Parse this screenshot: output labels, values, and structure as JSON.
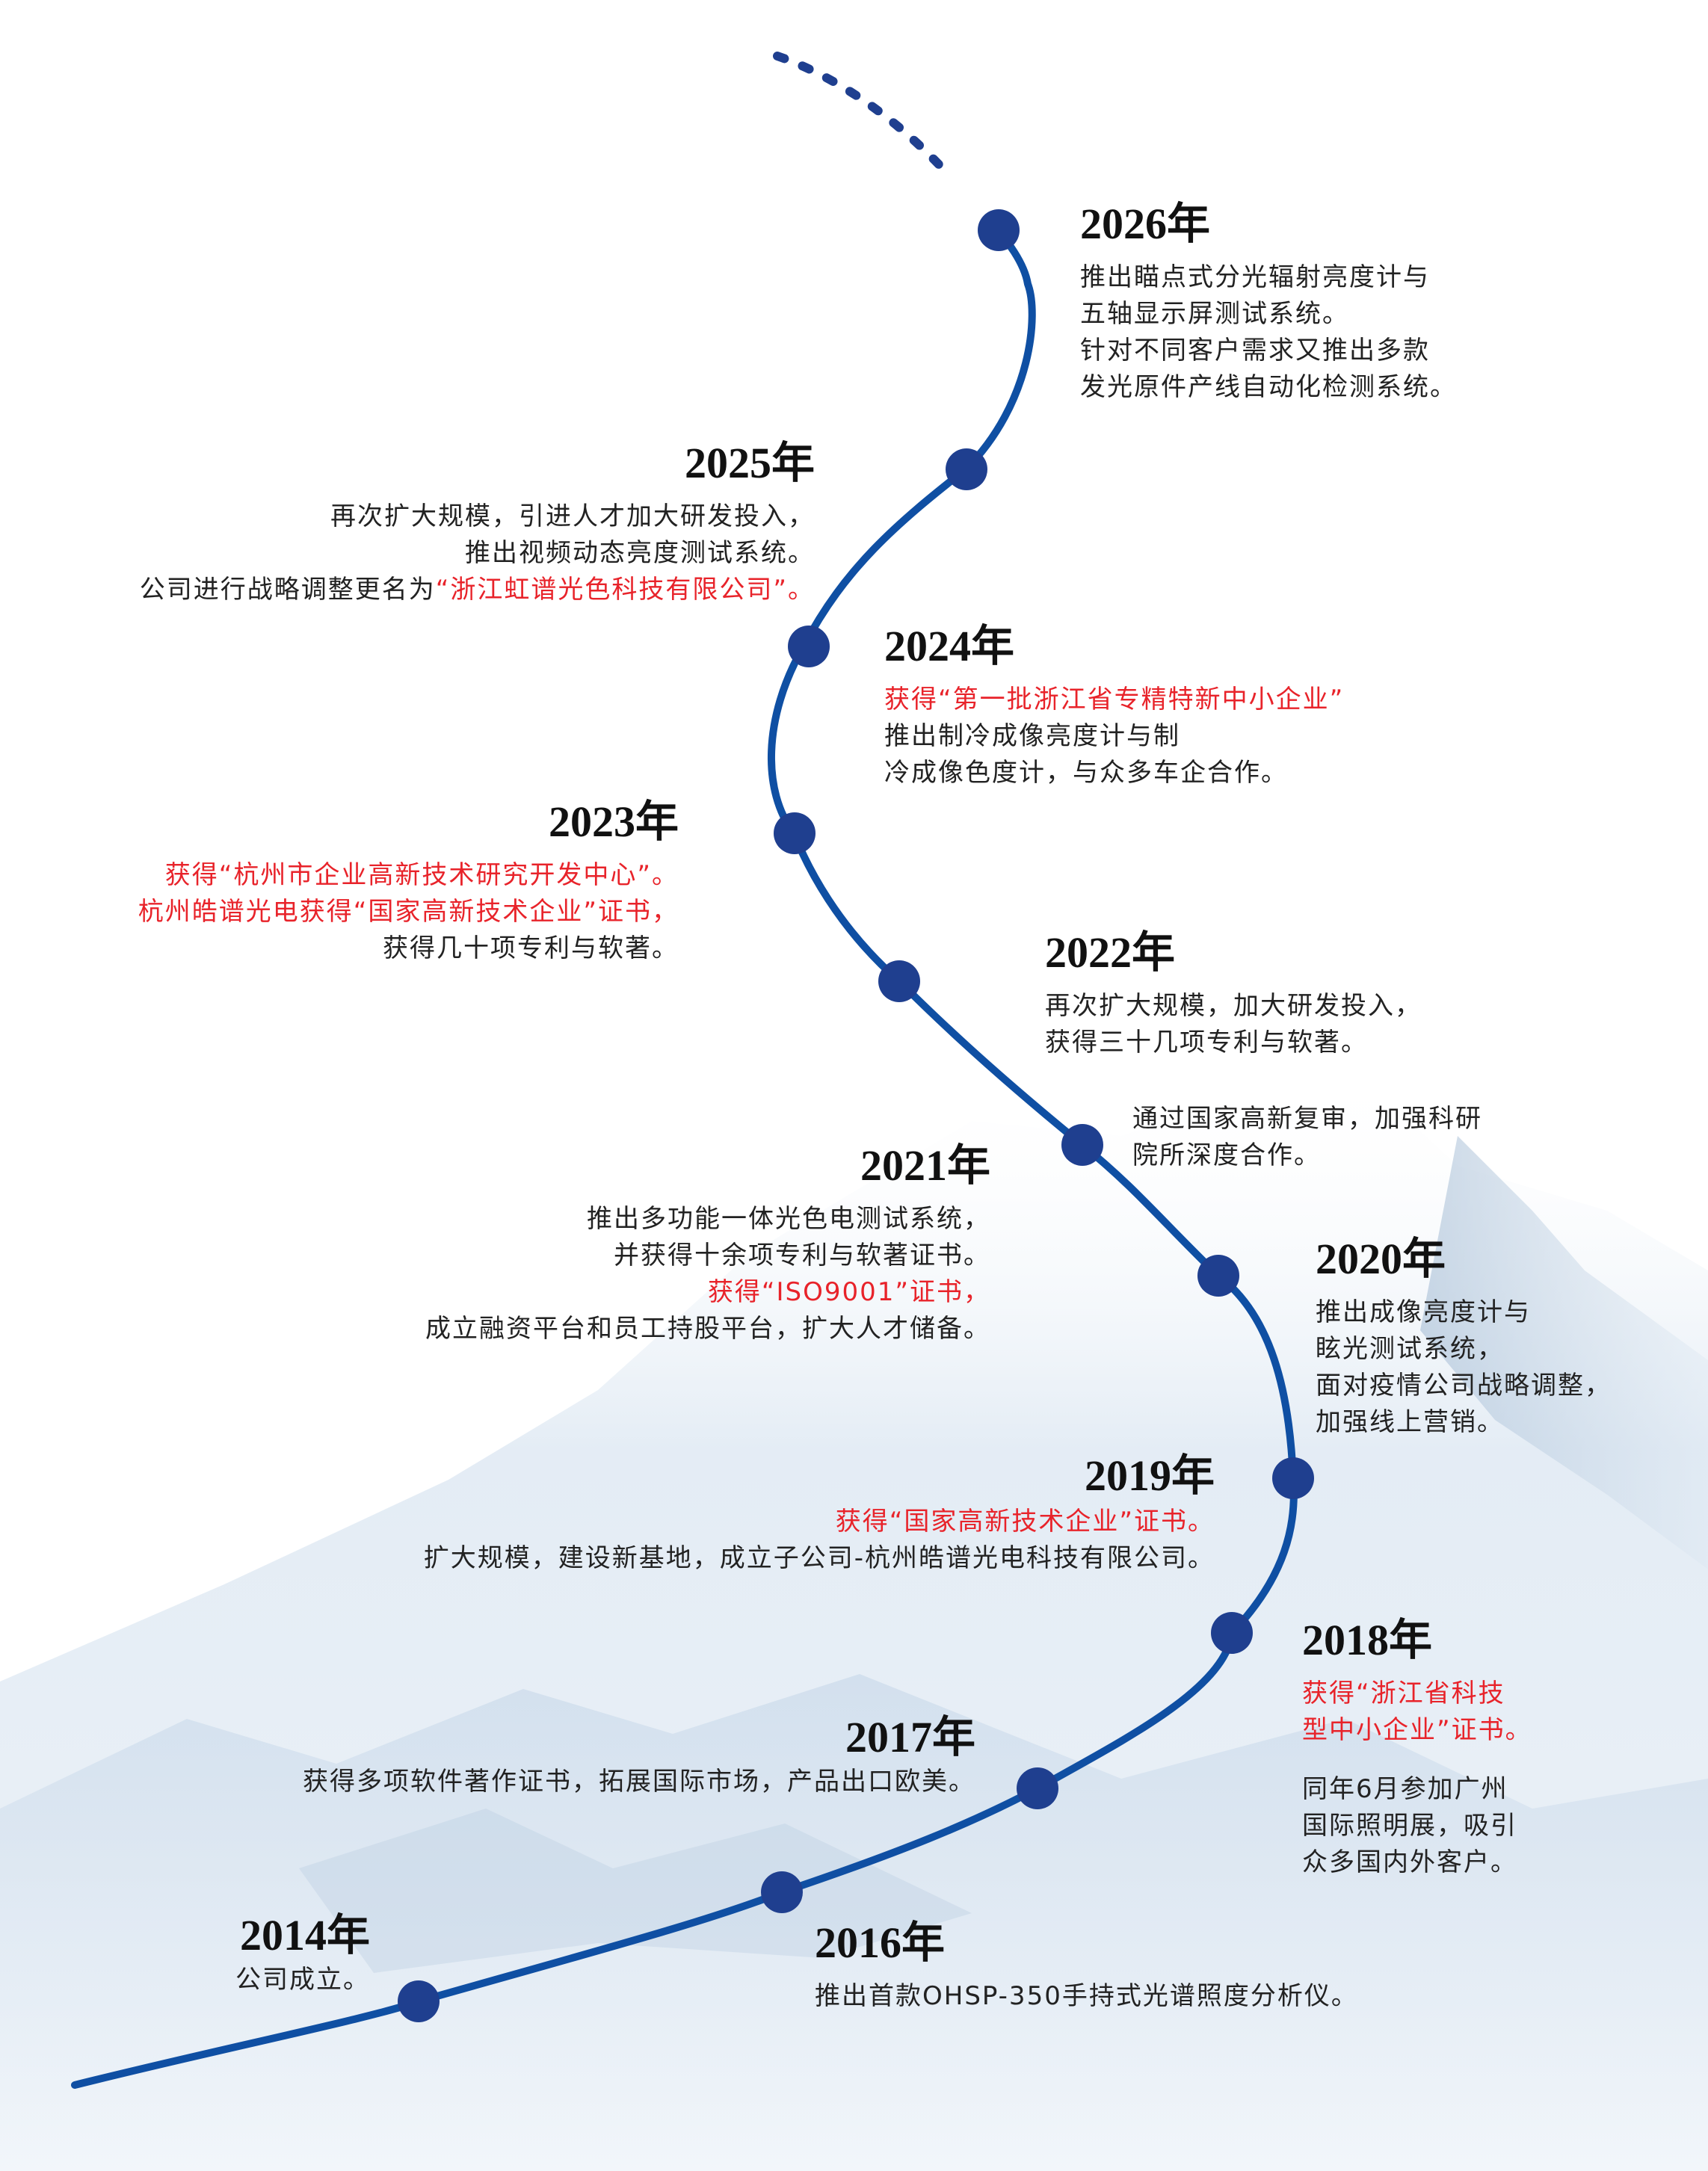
{
  "colors": {
    "path": "#0f4fa3",
    "dot": "#1f3f8f",
    "text": "#222222",
    "year": "#111111",
    "highlight": "#e8232a",
    "mountain": "#d9e6f2"
  },
  "events": [
    {
      "year": "2026年",
      "side": "right",
      "lines": [
        {
          "text": "推出瞄点式分光辐射亮度计与"
        },
        {
          "text": "五轴显示屏测试系统。"
        },
        {
          "text": "针对不同客户需求又推出多款"
        },
        {
          "text": "发光原件产线自动化检测系统。"
        }
      ]
    },
    {
      "year": "2025年",
      "side": "left",
      "lines": [
        {
          "text": "再次扩大规模，引进人才加大研发投入，"
        },
        {
          "text": "推出视频动态亮度测试系统。"
        },
        {
          "text": "公司进行战略调整更名为",
          "red_text": "“浙江虹谱光色科技有限公司”。"
        }
      ]
    },
    {
      "year": "2024年",
      "side": "right",
      "lines": [
        {
          "text": "获得“第一批浙江省专精特新中小企业”",
          "red": true
        },
        {
          "text": "推出制冷成像亮度计与制"
        },
        {
          "text": "冷成像色度计，与众多车企合作。"
        }
      ]
    },
    {
      "year": "2023年",
      "side": "left",
      "lines": [
        {
          "text": "获得“杭州市企业高新技术研究开发中心”。",
          "red": true
        },
        {
          "text": "杭州皓谱光电获得“国家高新技术企业”证书，",
          "red": true
        },
        {
          "text": "获得几十项专利与软著。"
        }
      ]
    },
    {
      "year": "2022年",
      "side": "right",
      "lines": [
        {
          "text": "再次扩大规模，加大研发投入，"
        },
        {
          "text": "获得三十几项专利与软著。"
        }
      ]
    },
    {
      "year": "",
      "side": "right",
      "lines": [
        {
          "text": "通过国家高新复审，加强科研"
        },
        {
          "text": "院所深度合作。"
        }
      ]
    },
    {
      "year": "2021年",
      "side": "left",
      "lines": [
        {
          "text": "推出多功能一体光色电测试系统，"
        },
        {
          "text": "并获得十余项专利与软著证书。"
        },
        {
          "text": "获得“ISO9001”证书，",
          "red": true
        },
        {
          "text": "成立融资平台和员工持股平台，扩大人才储备。"
        }
      ]
    },
    {
      "year": "2020年",
      "side": "right",
      "lines": [
        {
          "text": "推出成像亮度计与"
        },
        {
          "text": "眩光测试系统，"
        },
        {
          "text": "面对疫情公司战略调整，"
        },
        {
          "text": "加强线上营销。"
        }
      ]
    },
    {
      "year": "2019年",
      "side": "left",
      "lines": [
        {
          "text": "获得“国家高新技术企业”证书。",
          "red": true
        },
        {
          "text": "扩大规模，建设新基地，成立子公司-杭州皓谱光电科技有限公司。"
        }
      ]
    },
    {
      "year": "2018年",
      "side": "right",
      "lines": [
        {
          "text": "获得“浙江省科技",
          "red": true
        },
        {
          "text": "型中小企业”证书。",
          "red": true
        },
        {
          "text": "",
          "spacer": true
        },
        {
          "text": "同年6月参加广州"
        },
        {
          "text": "国际照明展，吸引"
        },
        {
          "text": "众多国内外客户。"
        }
      ]
    },
    {
      "year": "2017年",
      "side": "left",
      "lines": [
        {
          "text": "获得多项软件著作证书，拓展国际市场，产品出口欧美。"
        }
      ]
    },
    {
      "year": "2016年",
      "side": "right",
      "lines": [
        {
          "text": "推出首款OHSP-350手持式光谱照度分析仪。"
        }
      ]
    },
    {
      "year": "2014年",
      "side": "left",
      "lines": [
        {
          "text": "公司成立。"
        }
      ]
    }
  ]
}
